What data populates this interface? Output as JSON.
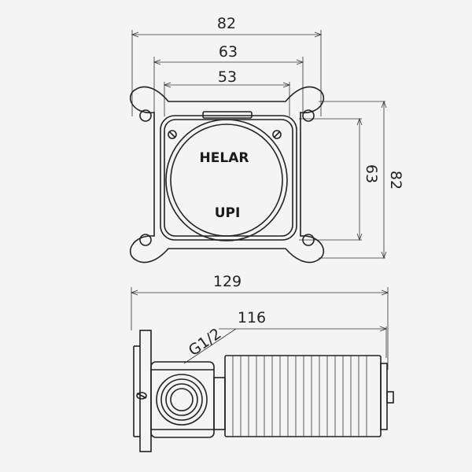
{
  "drawing": {
    "top_view": {
      "dim_width_outer": "82",
      "dim_width_mid": "63",
      "dim_width_inner": "53",
      "dim_height_inner": "63",
      "dim_height_outer": "82",
      "brand_top": "HELAR",
      "brand_bottom": "UPI"
    },
    "side_view": {
      "dim_total_length": "129",
      "dim_body_length": "116",
      "dim_thread": "G1/2"
    }
  }
}
